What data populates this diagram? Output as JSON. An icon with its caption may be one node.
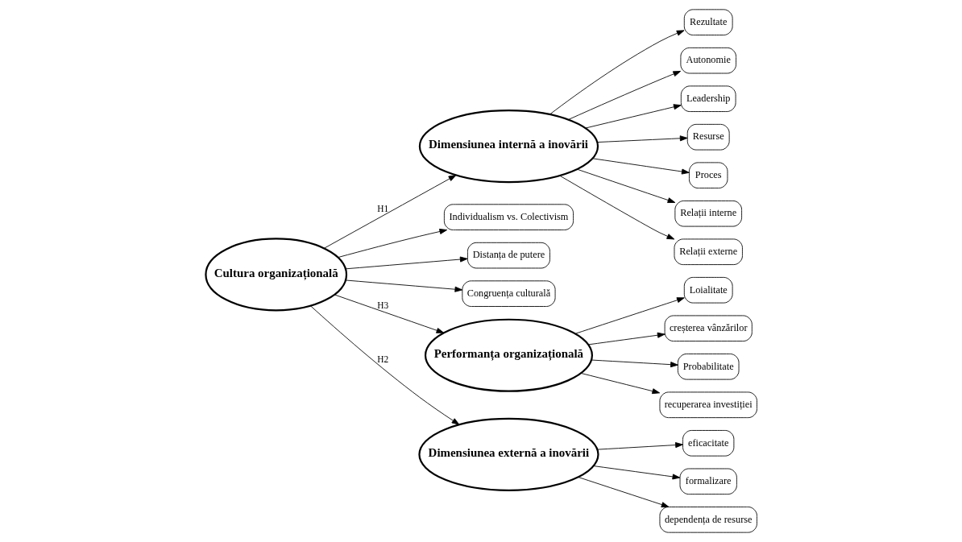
{
  "diagram": {
    "nodes": [
      {
        "text": [
          "Rezultate"
        ]
      },
      {
        "text": [
          "Autonomie"
        ]
      },
      {
        "text": [
          "Leadership"
        ]
      },
      {
        "text": [
          "Resurse"
        ]
      },
      {
        "text": [
          "Proces"
        ]
      },
      {
        "text": [
          "Relații interne"
        ]
      },
      {
        "text": [
          "Relații externe"
        ]
      },
      {
        "text": [
          "Dimensiunea internă a inovării"
        ]
      },
      {
        "text": [
          "Individualism vs. Colectivism"
        ]
      },
      {
        "text": [
          "Distanța de putere"
        ]
      },
      {
        "text": [
          "Congruența culturală"
        ]
      },
      {
        "text": [
          "Cultura organizațională"
        ]
      },
      {
        "text": [
          "Performanța organizațională"
        ]
      },
      {
        "text": [
          "Dimensiunea externă a inovării"
        ]
      },
      {
        "text": [
          "eficacitate"
        ]
      },
      {
        "text": [
          "formalizare"
        ]
      },
      {
        "text": [
          "dependența de resurse"
        ]
      },
      {
        "text": [
          "Loialitate"
        ]
      },
      {
        "text": [
          "creșterea vânzărilor"
        ]
      },
      {
        "text": [
          "Probabilitate"
        ]
      },
      {
        "text": [
          "recuperarea investiției"
        ]
      }
    ],
    "edges": [
      {
        "from": 7,
        "to": 0,
        "arrow": "to"
      },
      {
        "from": 7,
        "to": 1,
        "arrow": "to"
      },
      {
        "from": 7,
        "to": 2,
        "arrow": "to"
      },
      {
        "from": 7,
        "to": 3,
        "arrow": "to"
      },
      {
        "from": 7,
        "to": 4,
        "arrow": "to"
      },
      {
        "from": 7,
        "to": 5,
        "arrow": "to"
      },
      {
        "from": 7,
        "to": 6,
        "arrow": "to"
      },
      {
        "from": 11,
        "to": 8,
        "arrow": "to"
      },
      {
        "from": 11,
        "to": 9,
        "arrow": "to"
      },
      {
        "from": 11,
        "to": 10,
        "arrow": "to"
      },
      {
        "from": 11,
        "to": 7,
        "arrow": "to",
        "label": "H1"
      },
      {
        "from": 11,
        "to": 13,
        "arrow": "to",
        "label": "H2"
      },
      {
        "from": 11,
        "to": 12,
        "arrow": "to",
        "label": "H3"
      },
      {
        "from": 13,
        "to": 14,
        "arrow": "to"
      },
      {
        "from": 13,
        "to": 15,
        "arrow": "to"
      },
      {
        "from": 13,
        "to": 16,
        "arrow": "to"
      },
      {
        "from": 12,
        "to": 17,
        "arrow": "to"
      },
      {
        "from": 12,
        "to": 18,
        "arrow": "to"
      },
      {
        "from": 12,
        "to": 19,
        "arrow": "to"
      },
      {
        "from": 12,
        "to": 20,
        "arrow": "to"
      }
    ]
  }
}
